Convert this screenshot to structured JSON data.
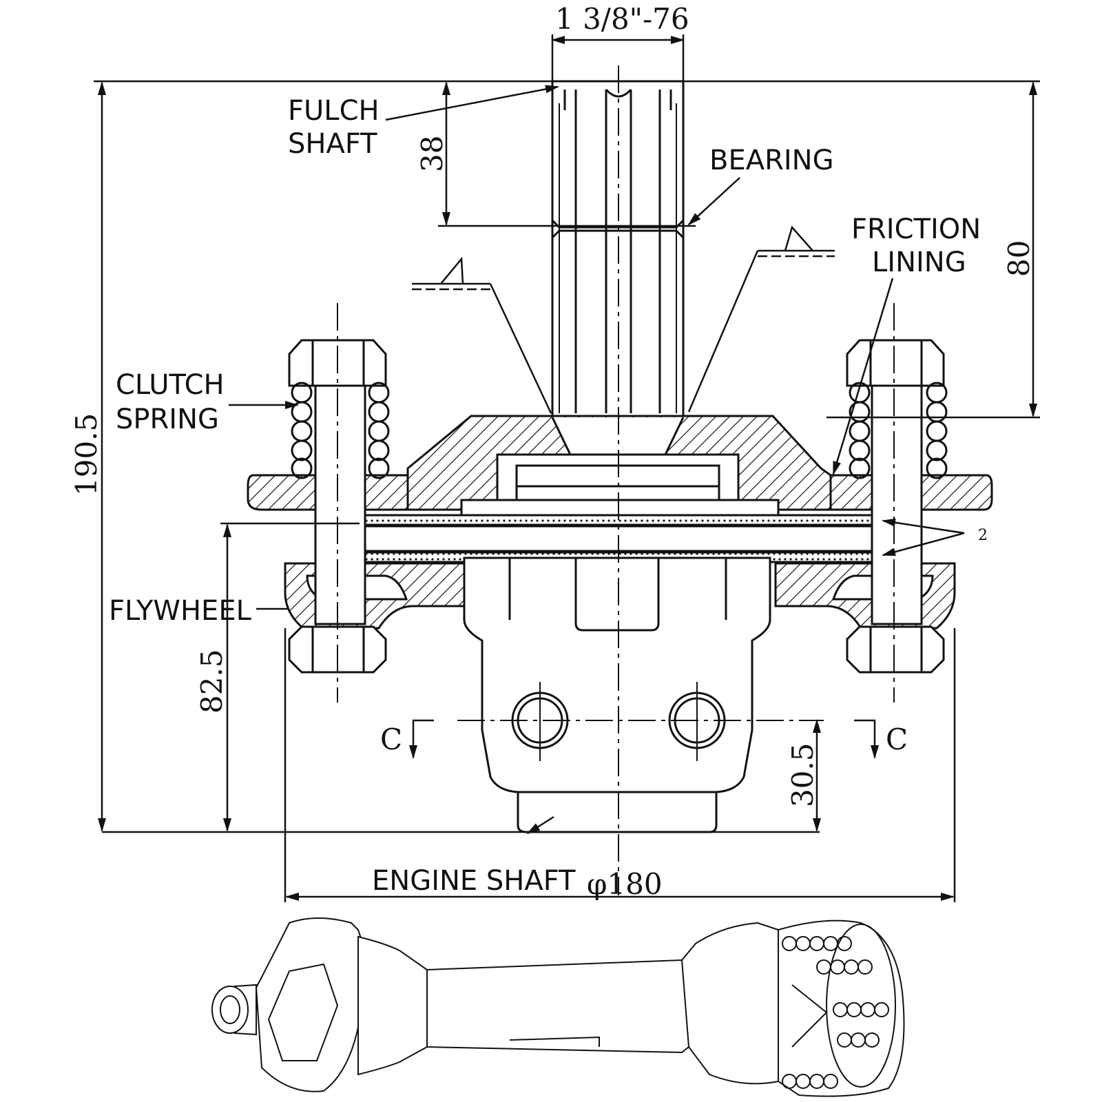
{
  "labels": {
    "fulch_shaft_line1": "FULCH",
    "fulch_shaft_line2": "SHAFT",
    "bearing": "BEARING",
    "friction_lining_line1": "FRICTION",
    "friction_lining_line2": "LINING",
    "clutch_spring_line1": "CLUTCH",
    "clutch_spring_line2": "SPRING",
    "flywheel": "FLYWHEEL",
    "engine_shaft": "ENGINE SHAFT"
  },
  "dimensions": {
    "top_thread": "1 3/8\"-76",
    "spline_length": "38",
    "shaft_height": "80",
    "overall_height": "190.5",
    "lower_height": "82.5",
    "hole_offset": "30.5",
    "diameter": "φ180",
    "part_count": "2"
  },
  "section_marks": {
    "left": "C",
    "right": "C"
  }
}
